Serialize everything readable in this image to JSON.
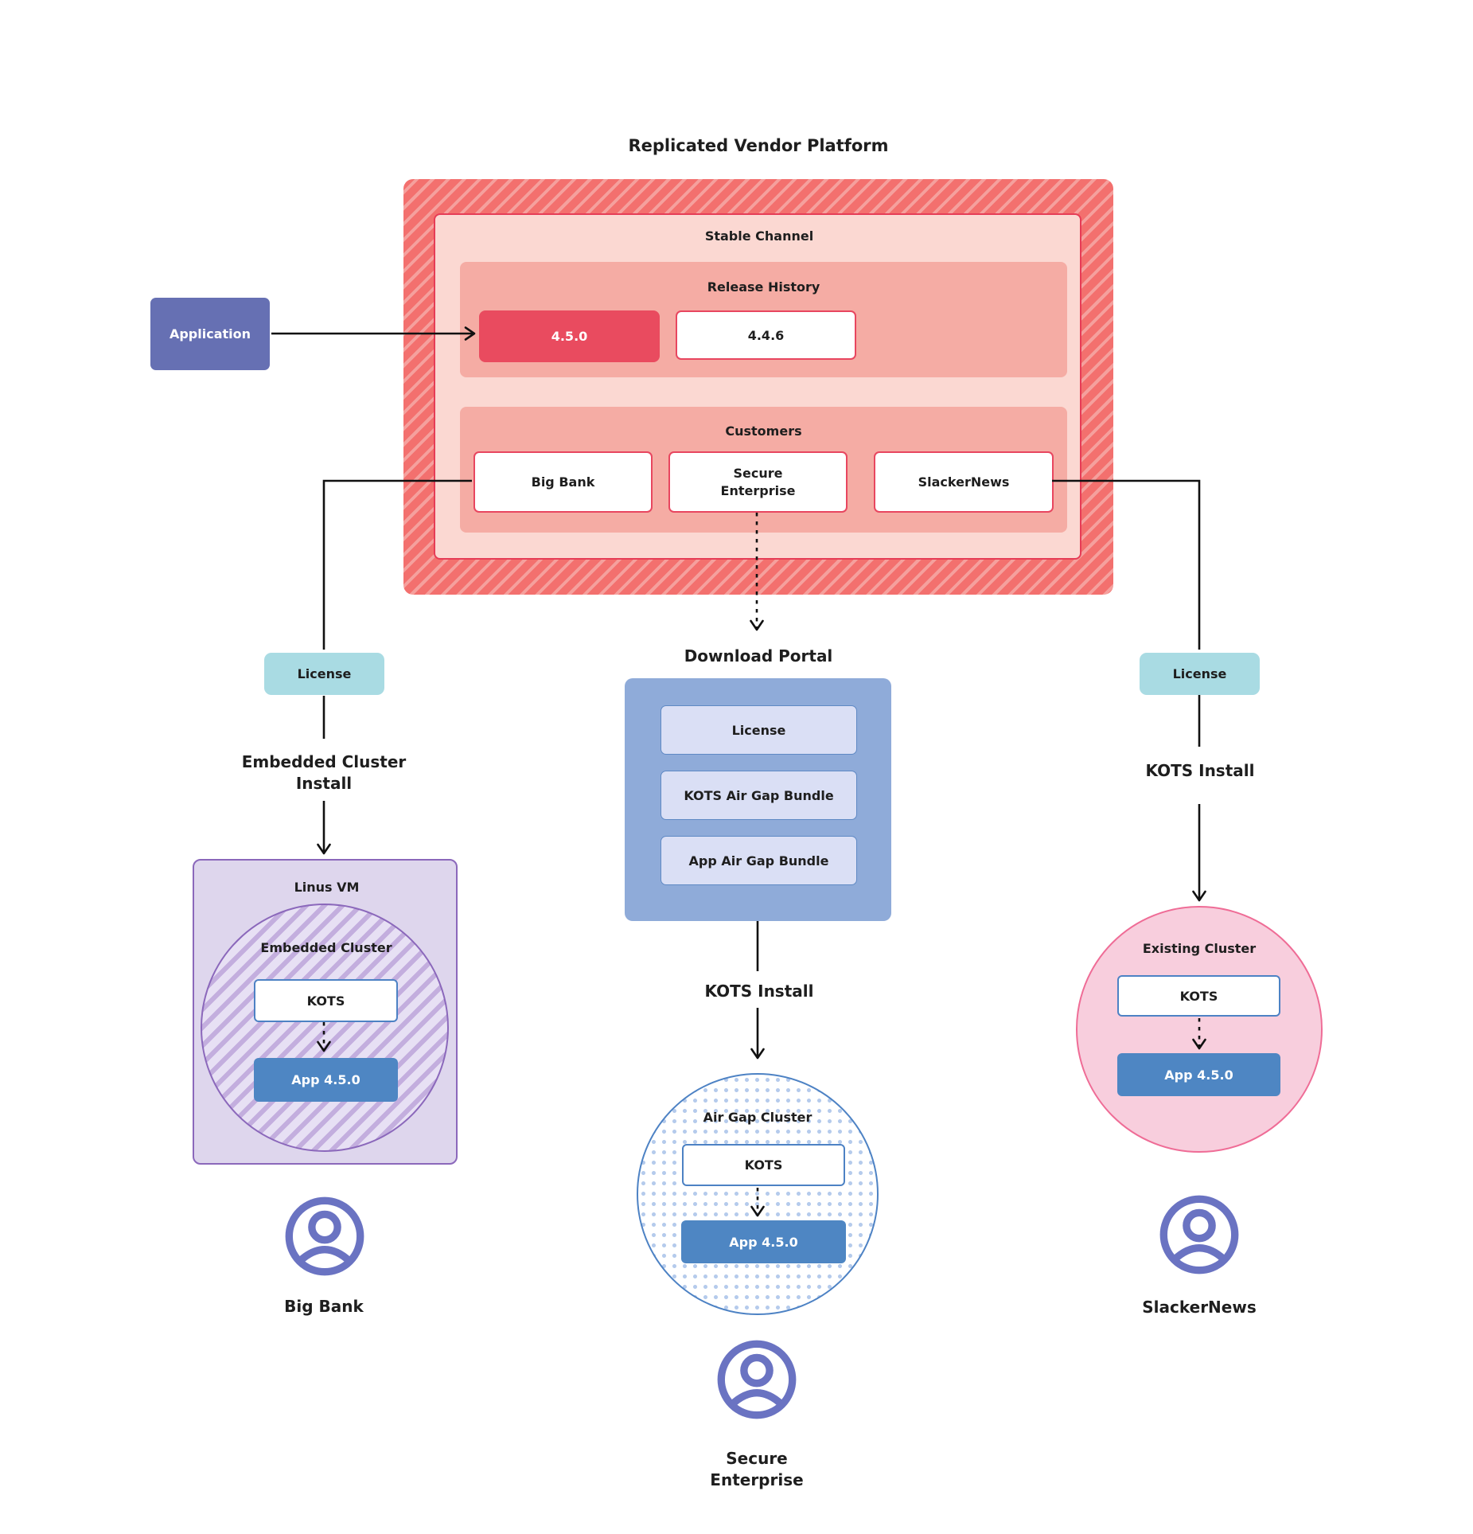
{
  "title": "Replicated Vendor Platform",
  "colors": {
    "hatch_red": "#f3706e",
    "hatch_red_stripe": "#f5a09d",
    "stable_fill": "#fbd8d2",
    "stable_border": "#e63c56",
    "band_fill": "#f5aca4",
    "release_highlight": "#e94b5f",
    "application_fill": "#6670b3",
    "license_fill": "#a9dbe3",
    "portal_fill": "#8fabd9",
    "bundle_fill": "#dadff5",
    "app_node_fill": "#4e86c3",
    "vm_fill": "#ded6ed",
    "vm_border": "#8b68bb",
    "existing_fill": "#f8cedd",
    "existing_border": "#ef6c96",
    "user_icon": "#6a73c2",
    "connector": "#111111"
  },
  "application": {
    "label": "Application"
  },
  "platform": {
    "stable_channel": {
      "label": "Stable Channel",
      "release_history": {
        "label": "Release History",
        "current_release": "4.5.0",
        "previous_release": "4.4.6"
      },
      "customers": {
        "label": "Customers",
        "items": [
          {
            "name": "Big Bank"
          },
          {
            "name": "Secure\nEnterprise"
          },
          {
            "name": "SlackerNews"
          }
        ]
      }
    }
  },
  "left_flow": {
    "license": "License",
    "install": "Embedded Cluster\nInstall",
    "vm": {
      "label": "Linus VM",
      "cluster": "Embedded Cluster",
      "kots": "KOTS",
      "app": "App 4.5.0"
    },
    "user": "Big Bank"
  },
  "middle_flow": {
    "portal_label": "Download Portal",
    "portal_items": [
      "License",
      "KOTS Air Gap Bundle",
      "App Air Gap Bundle"
    ],
    "install": "KOTS Install",
    "cluster": {
      "label": "Air Gap Cluster",
      "kots": "KOTS",
      "app": "App 4.5.0"
    },
    "user": "Secure\nEnterprise"
  },
  "right_flow": {
    "license": "License",
    "install": "KOTS Install",
    "cluster": {
      "label": "Existing Cluster",
      "kots": "KOTS",
      "app": "App 4.5.0"
    },
    "user": "SlackerNews"
  }
}
